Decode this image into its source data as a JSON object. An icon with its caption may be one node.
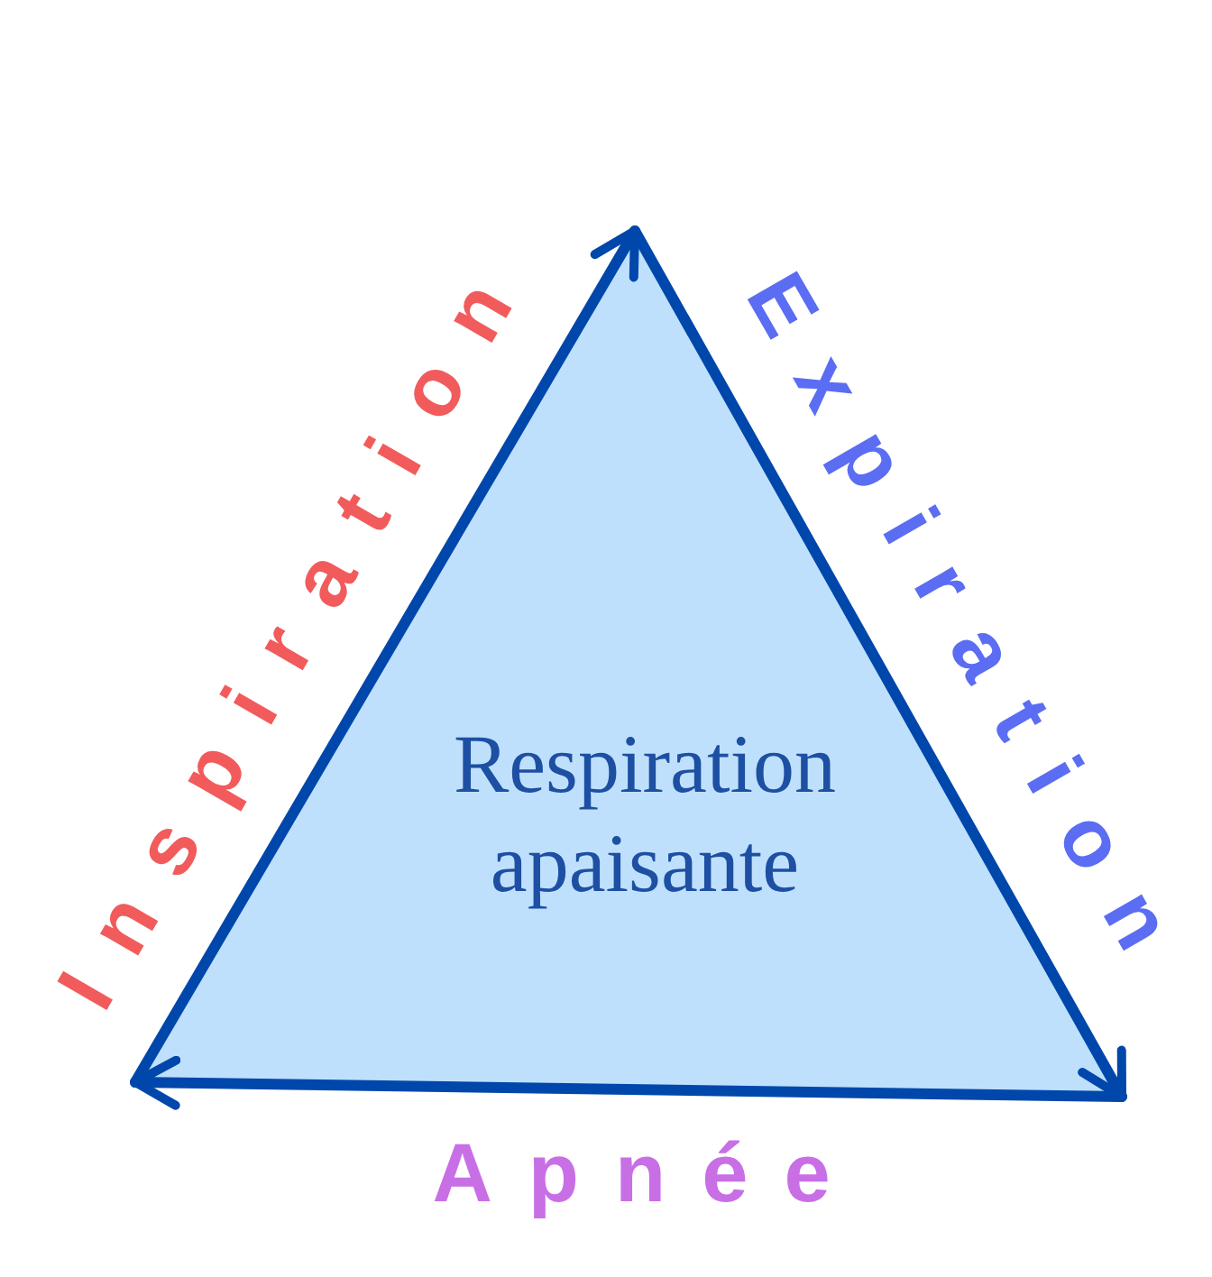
{
  "diagram": {
    "nodes": [
      {
        "text": [
          "Respiration apaisante"
        ]
      }
    ],
    "labels": [
      "Inspiration",
      "Expiration",
      "Apnée"
    ]
  }
}
